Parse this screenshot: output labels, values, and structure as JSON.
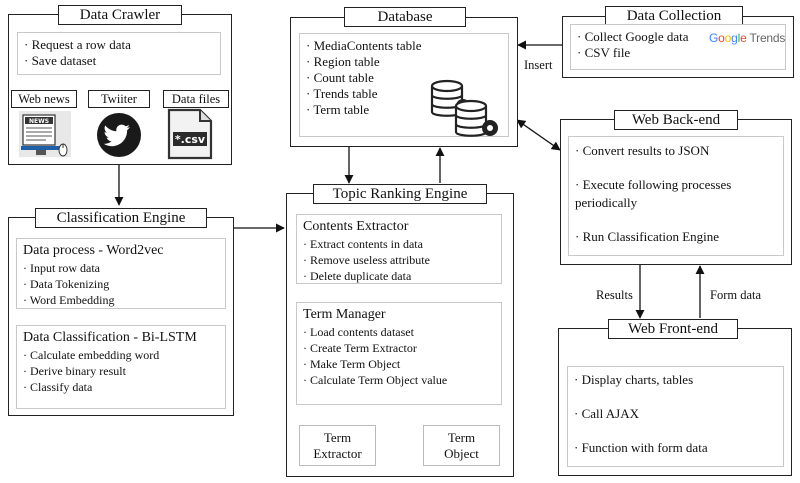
{
  "data_crawler": {
    "title": "Data Crawler",
    "items": [
      "· Request a row data",
      "· Save dataset"
    ],
    "sources": [
      "Web news",
      "Twiiter",
      "Data files"
    ],
    "csv_text": "*.csv",
    "news_text": "NEWS"
  },
  "database": {
    "title": "Database",
    "items": [
      "· MediaContents table",
      "· Region table",
      "· Count table",
      "· Trends table",
      "· Term table"
    ]
  },
  "data_collection": {
    "title": "Data Collection",
    "items": [
      "· Collect Google data",
      "· CSV file"
    ],
    "logo_text": "Google Trends",
    "insert_label": "Insert"
  },
  "web_backend": {
    "title": "Web Back-end",
    "items": [
      "· Convert results to JSON",
      "· Execute following processes",
      "periodically",
      "· Run Classification Engine"
    ]
  },
  "classification_engine": {
    "title": "Classification Engine",
    "process_header": "Data process - Word2vec",
    "process_items": [
      "· Input row data",
      "· Data Tokenizing",
      "· Word Embedding"
    ],
    "classify_header": "Data Classification - Bi-LSTM",
    "classify_items": [
      "· Calculate embedding word",
      "· Derive binary result",
      "· Classify data"
    ]
  },
  "topic_ranking": {
    "title": "Topic Ranking Engine",
    "extractor_header": "Contents Extractor",
    "extractor_items": [
      "· Extract contents in data",
      "· Remove useless attribute",
      "· Delete duplicate data"
    ],
    "manager_header": "Term Manager",
    "manager_items": [
      "· Load contents dataset",
      "· Create Term Extractor",
      "· Make Term Object",
      "· Calculate Term Object value"
    ],
    "term_extractor": [
      "Term",
      "Extractor"
    ],
    "term_object": [
      "Term",
      "Object"
    ]
  },
  "web_frontend": {
    "title": "Web Front-end",
    "items": [
      "· Display charts, tables",
      "· Call AJAX",
      "· Function with form data"
    ]
  },
  "edges": {
    "results_label": "Results",
    "form_data_label": "Form data"
  },
  "colors": {
    "google_blue": "#4285F4",
    "google_red": "#EA4335",
    "google_yellow": "#FBBC05",
    "google_green": "#34A853",
    "twitter_bg": "#1a1a1a",
    "monitor_blue": "#1f5fa8"
  }
}
